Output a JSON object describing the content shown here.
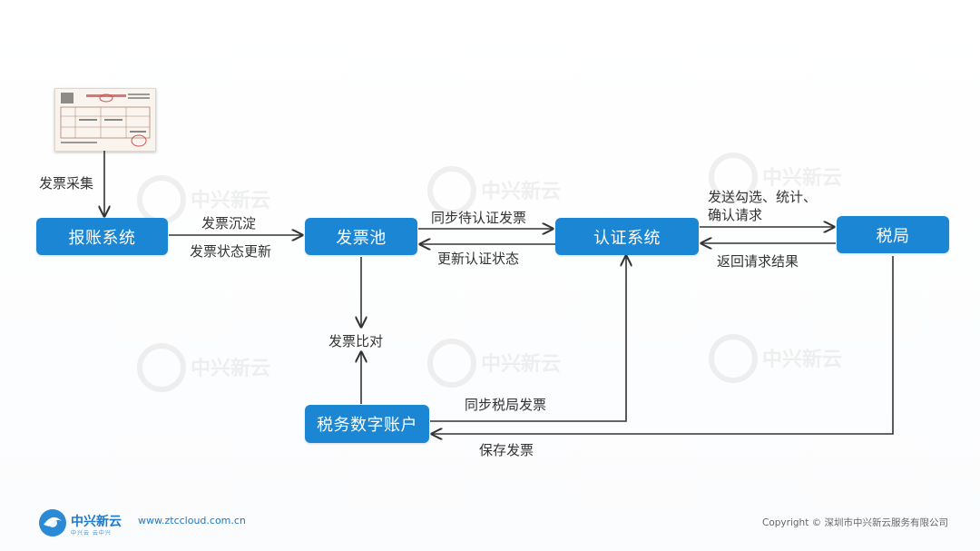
{
  "nodes": {
    "reimburse": "报账系统",
    "pool": "发票池",
    "auth": "认证系统",
    "tax_bureau": "税局",
    "tax_account": "税务数字账户"
  },
  "labels": {
    "invoice_collect": "发票采集",
    "invoice_deposit": "发票沉淀",
    "invoice_status_update": "发票状态更新",
    "sync_pending_auth": "同步待认证发票",
    "update_auth_status": "更新认证状态",
    "send_check_stats_confirm": "发送勾选、统计、\n确认请求",
    "return_request_result": "返回请求结果",
    "invoice_compare": "发票比对",
    "sync_bureau_invoice": "同步税局发票",
    "save_invoice": "保存发票"
  },
  "footer": {
    "logo_name": "中兴新云",
    "logo_slogan": "中兴云 云中兴",
    "website": "www.ztccloud.com.cn",
    "copyright": "Copyright © 深圳市中兴新云服务有限公司"
  },
  "colors": {
    "node_fill": "#1b86d3",
    "arrow": "#333333",
    "brand": "#1f78c8"
  }
}
